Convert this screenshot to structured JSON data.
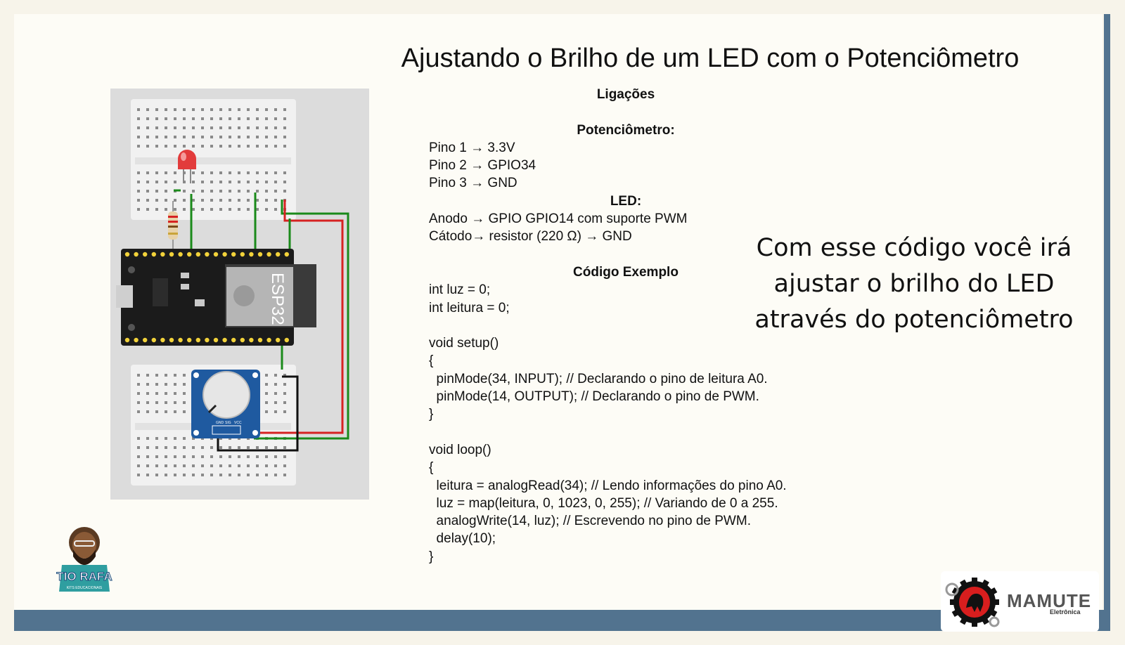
{
  "title": "Ajustando o Brilho de um LED com o Potenciômetro",
  "lines": [
    {
      "text": "Ligações",
      "heading": true
    },
    {
      "text": "",
      "heading": false
    },
    {
      "text": "Potenciômetro:",
      "heading": true
    },
    {
      "text": "Pino 1 → 3.3V",
      "heading": false
    },
    {
      "text": "Pino 2 → GPIO34",
      "heading": false
    },
    {
      "text": "Pino 3 → GND",
      "heading": false
    },
    {
      "text": "LED:",
      "heading": true
    },
    {
      "text": "Anodo → GPIO GPIO14 com suporte PWM",
      "heading": false
    },
    {
      "text": "Cátodo→ resistor (220 Ω) → GND",
      "heading": false
    },
    {
      "text": "",
      "heading": false
    },
    {
      "text": "Código Exemplo",
      "heading": true
    },
    {
      "text": "int luz = 0;",
      "heading": false
    },
    {
      "text": "int leitura = 0;",
      "heading": false
    },
    {
      "text": "",
      "heading": false
    },
    {
      "text": "void setup()",
      "heading": false
    },
    {
      "text": "{",
      "heading": false
    },
    {
      "text": "  pinMode(34, INPUT); // Declarando o pino de leitura A0.",
      "heading": false
    },
    {
      "text": "  pinMode(14, OUTPUT); // Declarando o pino de PWM.",
      "heading": false
    },
    {
      "text": "}",
      "heading": false
    },
    {
      "text": "",
      "heading": false
    },
    {
      "text": "void loop()",
      "heading": false
    },
    {
      "text": "{",
      "heading": false
    },
    {
      "text": "  leitura = analogRead(34); // Lendo informações do pino A0.",
      "heading": false
    },
    {
      "text": "  luz = map(leitura, 0, 1023, 0, 255); // Variando de 0 a 255.",
      "heading": false
    },
    {
      "text": "  analogWrite(14, luz); // Escrevendo no pino de PWM.",
      "heading": false
    },
    {
      "text": "  delay(10);",
      "heading": false
    },
    {
      "text": "}",
      "heading": false
    }
  ],
  "callout": [
    "Com esse código você irá",
    "ajustar o brilho do LED",
    "através do potenciômetro"
  ],
  "board": {
    "label": "ESP32",
    "pot_pins": [
      "GND",
      "SIG",
      "VCC"
    ]
  },
  "mascot": {
    "name": "TIO RAFA",
    "sub": "KITS EDUCACIONAIS"
  },
  "logo": {
    "name": "MAMUTE",
    "sub": "Eletrônica"
  },
  "colors": {
    "accent_bar": "#52738f",
    "wire_red": "#d62222",
    "wire_green": "#1a8a1a",
    "board": "#1b1b1b",
    "pot": "#1f5aa0"
  }
}
